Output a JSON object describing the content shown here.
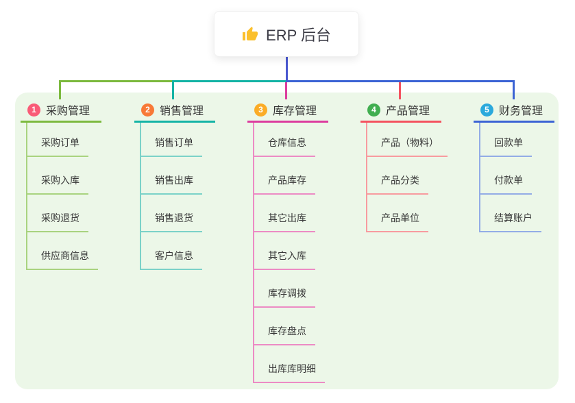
{
  "root": {
    "icon": "thumbs-up-icon",
    "label": "ERP 后台"
  },
  "branches": [
    {
      "num": "1",
      "label": "采购管理",
      "badge_color": "#F95B77",
      "line_color": "#7CB93E",
      "sub_line_color": "#A9D37F",
      "items": [
        "采购订单",
        "采购入库",
        "采购退货",
        "供应商信息"
      ]
    },
    {
      "num": "2",
      "label": "销售管理",
      "badge_color": "#F87937",
      "line_color": "#14B3A5",
      "sub_line_color": "#7BD2C8",
      "items": [
        "销售订单",
        "销售出库",
        "销售退货",
        "客户信息"
      ]
    },
    {
      "num": "3",
      "label": "库存管理",
      "badge_color": "#FBAC26",
      "line_color": "#DC3C9E",
      "sub_line_color": "#EC8BC4",
      "items": [
        "仓库信息",
        "产品库存",
        "其它出库",
        "其它入库",
        "库存调拨",
        "库存盘点",
        "出库库明细"
      ]
    },
    {
      "num": "4",
      "label": "产品管理",
      "badge_color": "#41AE50",
      "line_color": "#F4525F",
      "sub_line_color": "#F89B9F",
      "items": [
        "产品（物料）",
        "产品分类",
        "产品单位"
      ]
    },
    {
      "num": "5",
      "label": "财务管理",
      "badge_color": "#2BA9DC",
      "line_color": "#3B63D4",
      "sub_line_color": "#93ACE6",
      "items": [
        "回款单",
        "付款单",
        "结算账户"
      ]
    }
  ],
  "colors": {
    "canvas_bg": "#ECF7E8",
    "root_line": "#4A58D0",
    "icon_fill": "#FBC02D"
  }
}
